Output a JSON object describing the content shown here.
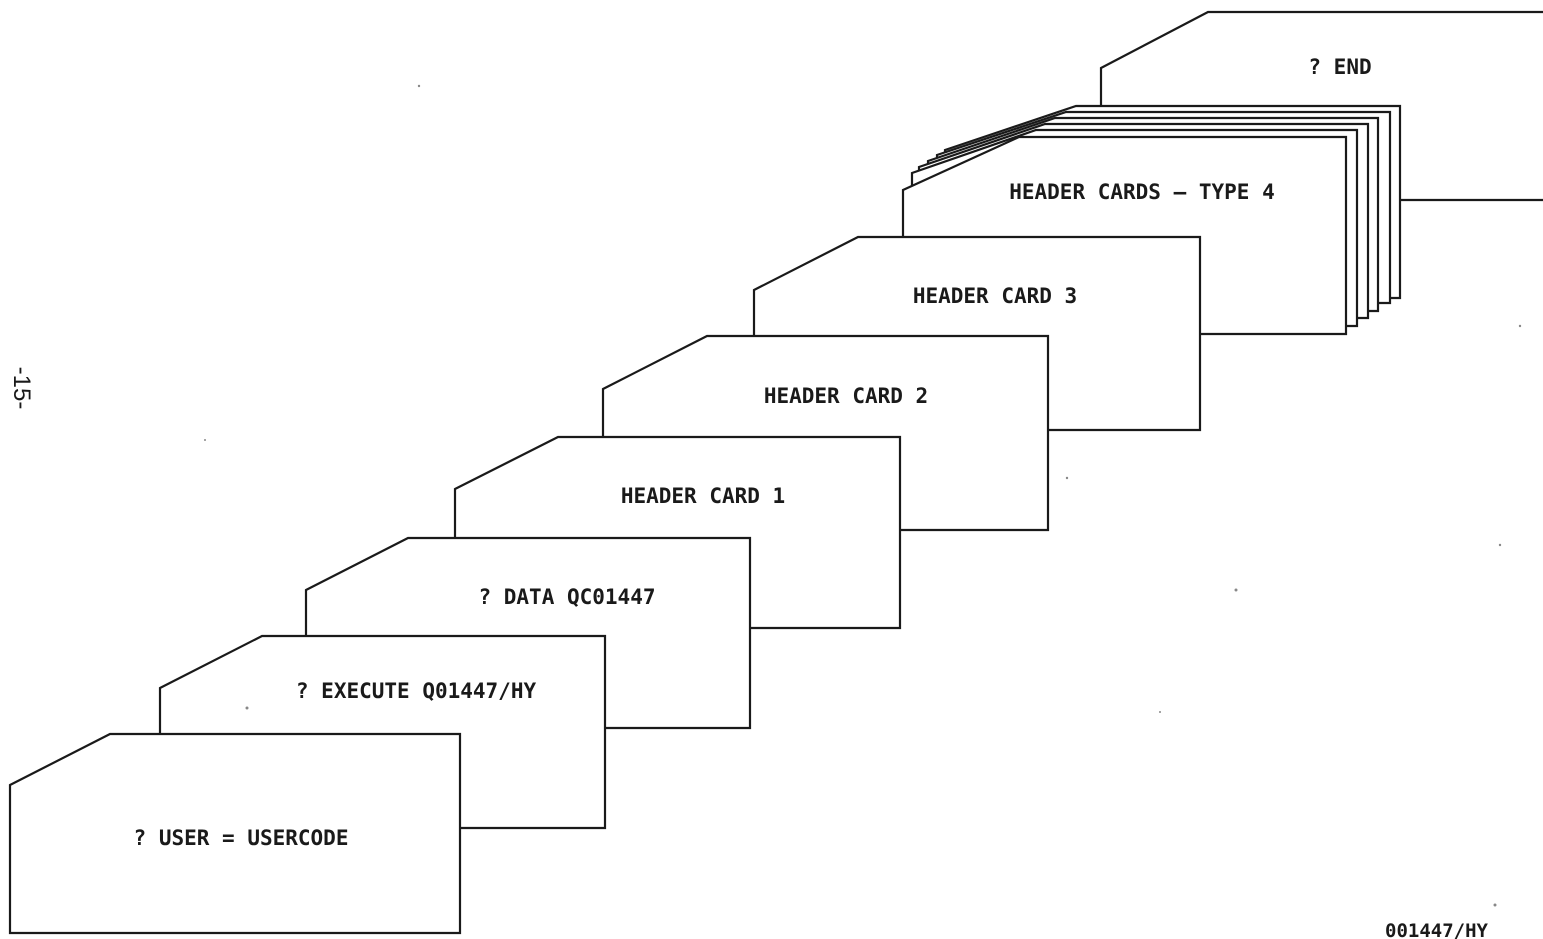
{
  "page_number": "-15-",
  "document_id": "001447/HY",
  "cards": [
    {
      "id": "end",
      "label": "? END"
    },
    {
      "id": "header-cards-type-4",
      "label": "HEADER CARDS – TYPE 4"
    },
    {
      "id": "header-card-3",
      "label": "HEADER CARD 3"
    },
    {
      "id": "header-card-2",
      "label": "HEADER CARD 2"
    },
    {
      "id": "header-card-1",
      "label": "HEADER CARD 1"
    },
    {
      "id": "data",
      "label": "? DATA QC01447"
    },
    {
      "id": "execute",
      "label": "? EXECUTE Q01447/HY"
    },
    {
      "id": "user",
      "label": "? USER = USERCODE"
    }
  ]
}
